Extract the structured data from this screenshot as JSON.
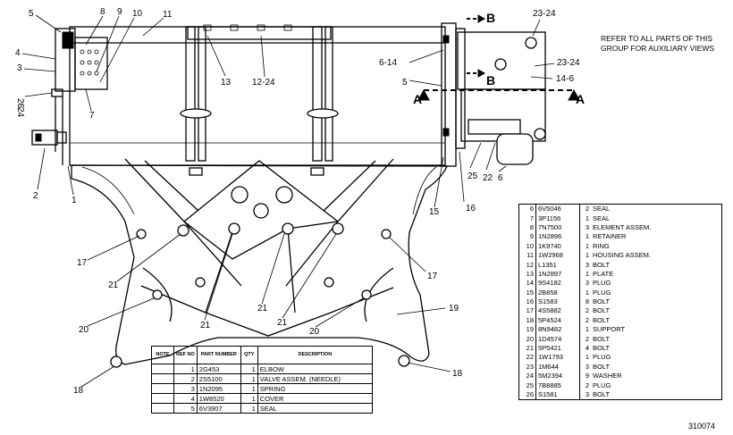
{
  "note": "REFER TO ALL PARTS OF THIS GROUP FOR AUXILIARY VIEWS",
  "figure_number": "310074",
  "section_markers": [
    "B",
    "B",
    "A",
    "A"
  ],
  "callouts": [
    "5",
    "8",
    "9",
    "10",
    "11",
    "4",
    "3",
    "26",
    "24",
    "7",
    "2",
    "1",
    "13",
    "12-24",
    "6-14",
    "5",
    "23-24",
    "23-24",
    "14-6",
    "15",
    "16",
    "25",
    "22",
    "6",
    "17",
    "17",
    "21",
    "21",
    "21",
    "21",
    "20",
    "20",
    "19",
    "18",
    "18"
  ],
  "top_table": {
    "headers": [
      "NOTE",
      "REF NO",
      "PART NUMBER",
      "QTY",
      "DESCRIPTION"
    ],
    "rows": [
      {
        "note": "",
        "ref": "1",
        "part": "2G453",
        "qty": "1",
        "desc": "ELBOW"
      },
      {
        "note": "",
        "ref": "2",
        "part": "2S5100",
        "qty": "1",
        "desc": "VALVE ASSEM. (NEEDLE)"
      },
      {
        "note": "",
        "ref": "3",
        "part": "1N2095",
        "qty": "1",
        "desc": "SPRING"
      },
      {
        "note": "",
        "ref": "4",
        "part": "1W8520",
        "qty": "1",
        "desc": "COVER"
      },
      {
        "note": "",
        "ref": "5",
        "part": "6V3907",
        "qty": "1",
        "desc": "SEAL"
      }
    ]
  },
  "right_table": {
    "rows": [
      {
        "ref": "6",
        "part": "6V5046",
        "qty": "2",
        "desc": "SEAL"
      },
      {
        "ref": "7",
        "part": "3P1156",
        "qty": "1",
        "desc": "SEAL"
      },
      {
        "ref": "8",
        "part": "7N7500",
        "qty": "3",
        "desc": "ELEMENT ASSEM."
      },
      {
        "ref": "9",
        "part": "1N2896",
        "qty": "1",
        "desc": "RETAINER"
      },
      {
        "ref": "10",
        "part": "1K9740",
        "qty": "1",
        "desc": "RING"
      },
      {
        "ref": "11",
        "part": "1W2968",
        "qty": "1",
        "desc": "HOUSING ASSEM."
      },
      {
        "ref": "12",
        "part": "L1351",
        "qty": "3",
        "desc": "BOLT"
      },
      {
        "ref": "13",
        "part": "1N2897",
        "qty": "1",
        "desc": "PLATE"
      },
      {
        "ref": "14",
        "part": "9S4182",
        "qty": "3",
        "desc": "PLUG"
      },
      {
        "ref": "15",
        "part": "2B858",
        "qty": "1",
        "desc": "PLUG"
      },
      {
        "ref": "16",
        "part": "S1583",
        "qty": "8",
        "desc": "BOLT"
      },
      {
        "ref": "17",
        "part": "4S5882",
        "qty": "2",
        "desc": "BOLT"
      },
      {
        "ref": "18",
        "part": "5P4524",
        "qty": "2",
        "desc": "BOLT"
      },
      {
        "ref": "19",
        "part": "8N9482",
        "qty": "1",
        "desc": "SUPPORT"
      },
      {
        "ref": "20",
        "part": "1D4574",
        "qty": "2",
        "desc": "BOLT"
      },
      {
        "ref": "21",
        "part": "5P5421",
        "qty": "4",
        "desc": "BOLT"
      },
      {
        "ref": "22",
        "part": "1W1793",
        "qty": "1",
        "desc": "PLUG"
      },
      {
        "ref": "23",
        "part": "1M644",
        "qty": "3",
        "desc": "BOLT"
      },
      {
        "ref": "24",
        "part": "5M2394",
        "qty": "9",
        "desc": "WASHER"
      },
      {
        "ref": "25",
        "part": "7B8885",
        "qty": "2",
        "desc": "PLUG"
      },
      {
        "ref": "26",
        "part": "S1581",
        "qty": "3",
        "desc": "BOLT"
      }
    ]
  }
}
